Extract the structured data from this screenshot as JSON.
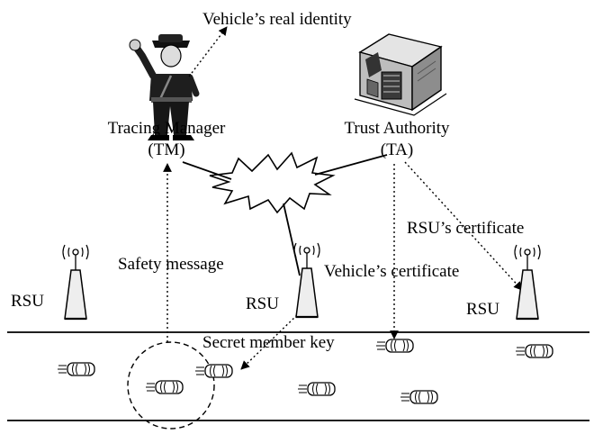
{
  "labels": {
    "real_identity": "Vehicle’s real identity",
    "tm_name": "Tracing Manager",
    "tm_abbr": "(TM)",
    "ta_name": "Trust Authority",
    "ta_abbr": "(TA)",
    "rsu_certificate": "RSU’s certificate",
    "safety_message": "Safety message",
    "vehicle_certificate": "Vehicle’s certificate",
    "secret_member_key": "Secret member key",
    "rsu_left": "RSU",
    "rsu_middle": "RSU",
    "rsu_right": "RSU"
  },
  "icons": {
    "tracing_manager": "police-officer-icon",
    "trust_authority": "server-building-icon",
    "network": "network-cloud-icon",
    "rsu": "antenna-tower-icon",
    "vehicle": "car-icon"
  },
  "colors": {
    "ink": "#000000",
    "background": "#ffffff"
  }
}
